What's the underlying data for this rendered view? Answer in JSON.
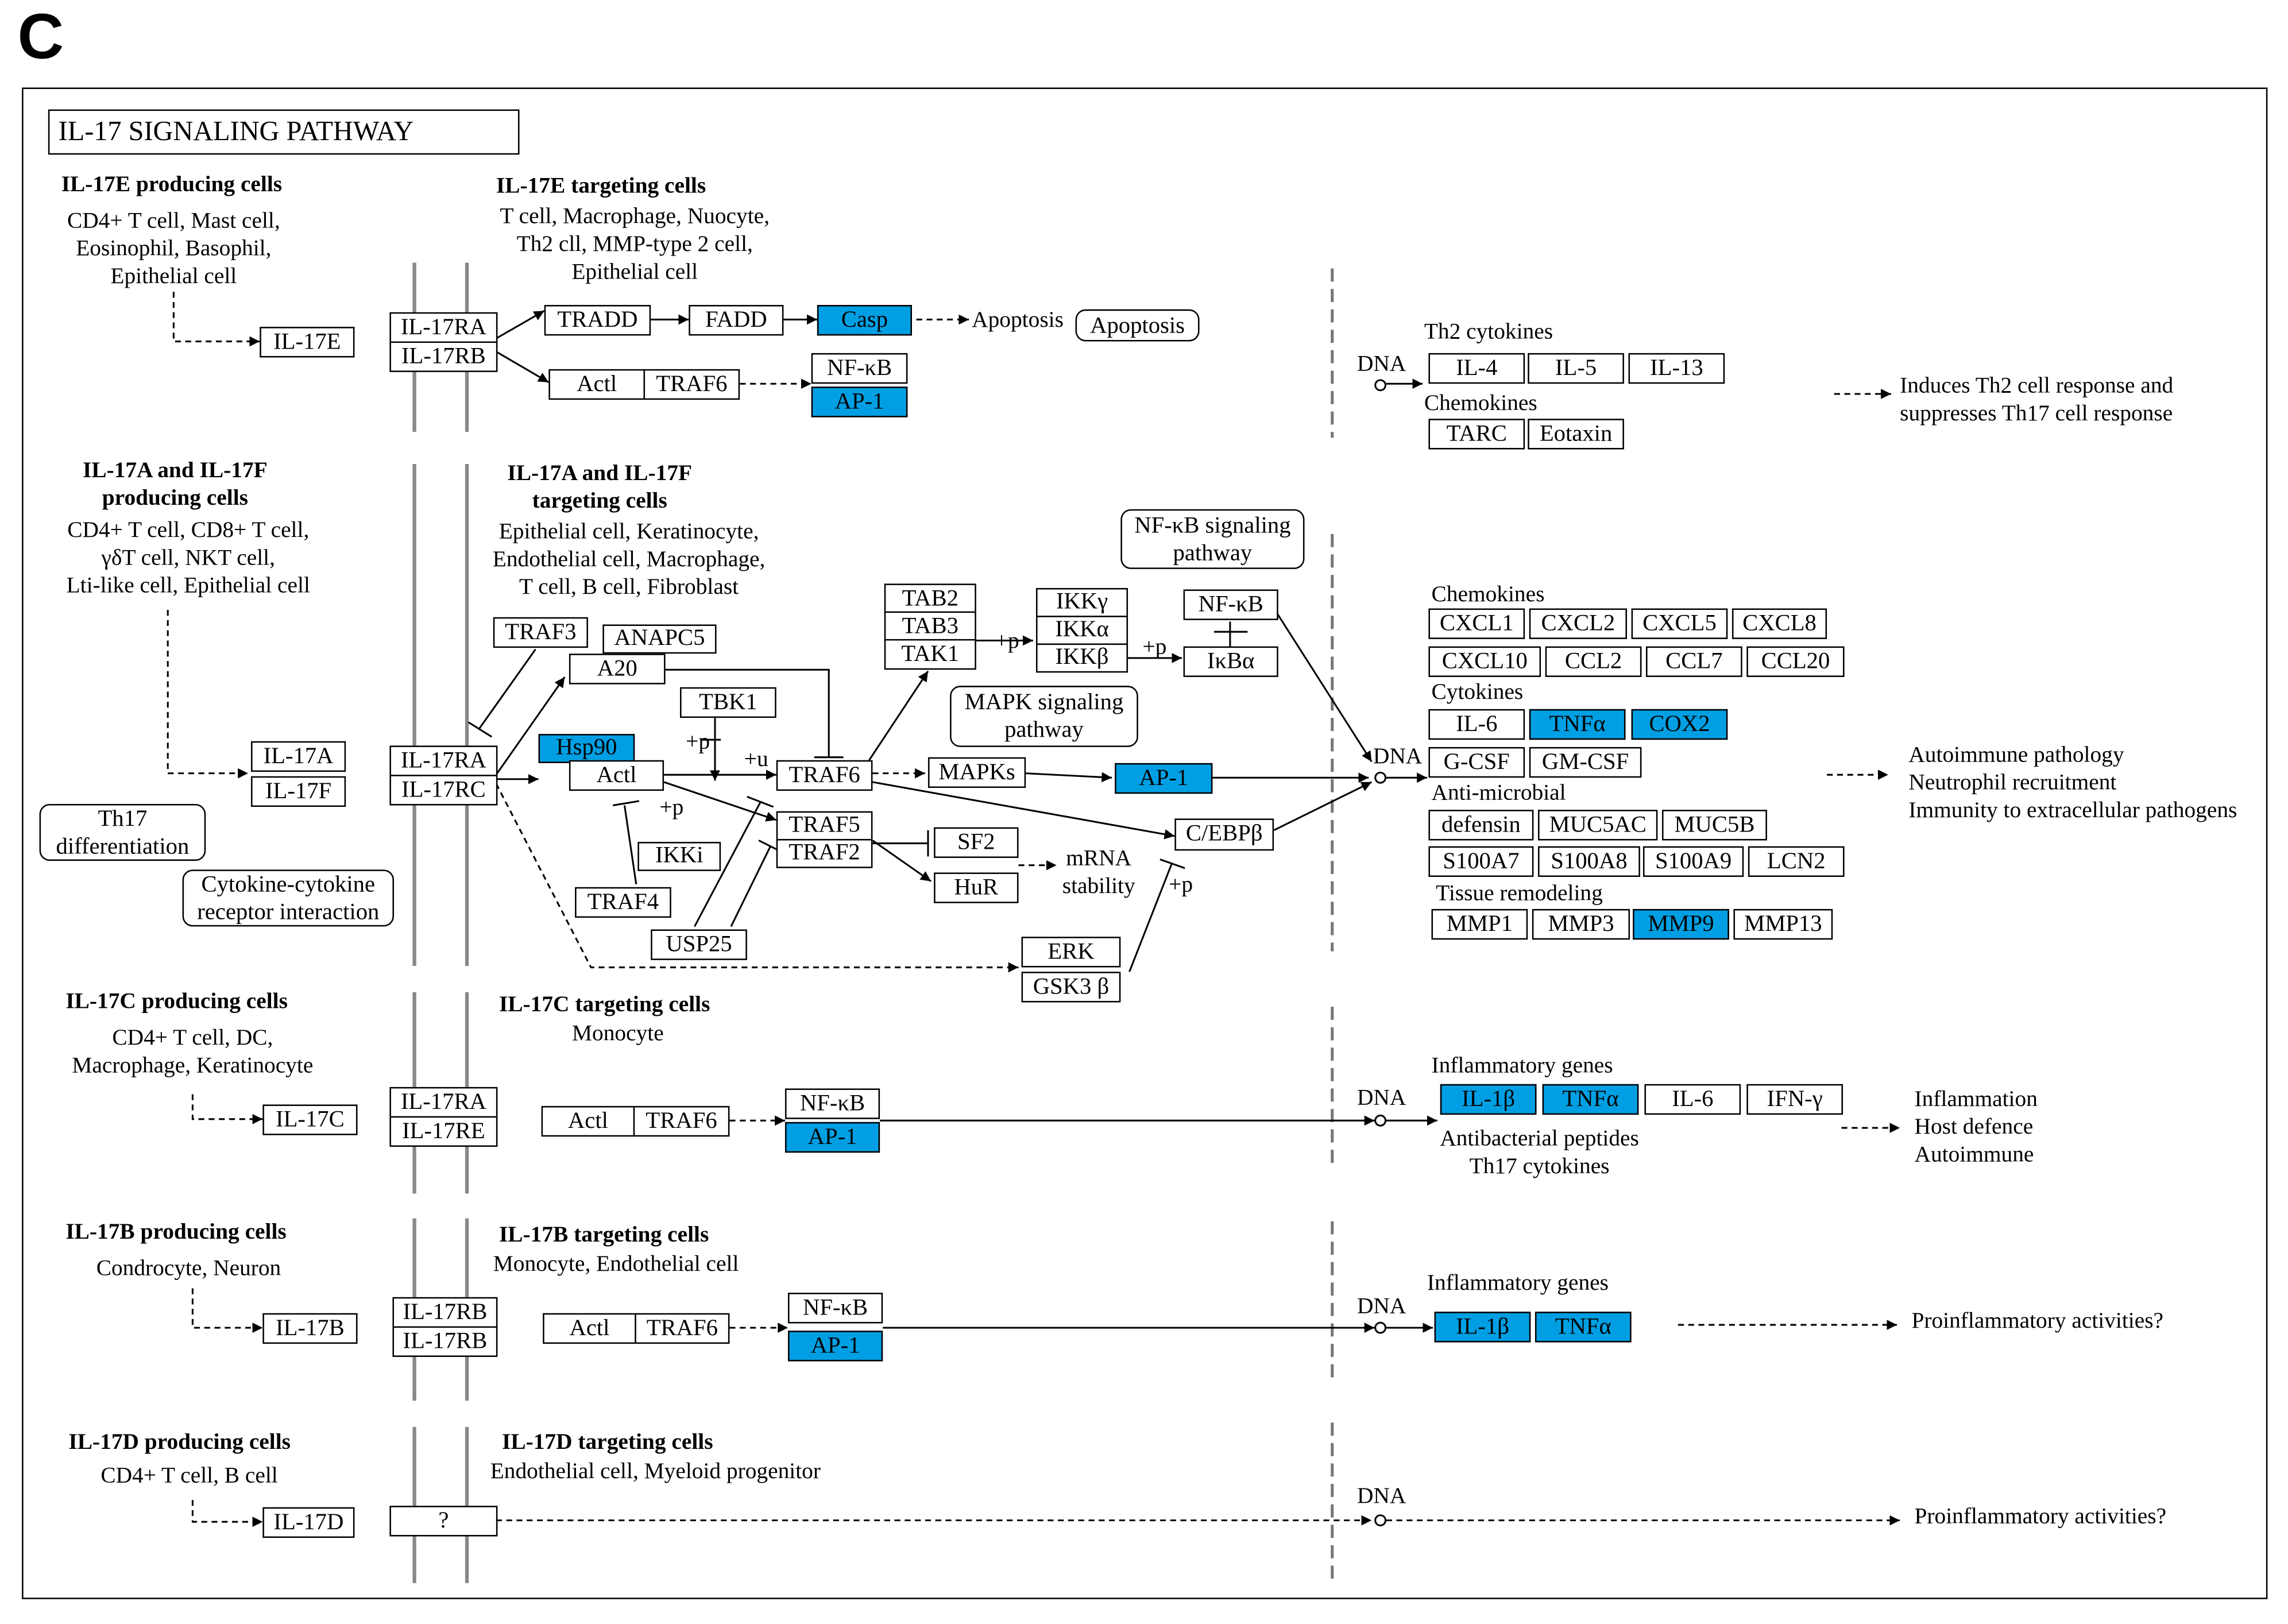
{
  "panel_letter": "C",
  "title": "IL-17 SIGNALING PATHWAY",
  "highlight_color": "#009fe3",
  "sec1": {
    "prod_head": "IL-17E producing cells",
    "prod_cells": "CD4+ T cell, Mast cell,\nEosinophil, Basophil,\nEpithelial cell",
    "targ_head": "IL-17E targeting cells",
    "targ_cells": "T cell, Macrophage, Nuocyte,\nTh2 cll, MMP-type 2 cell,\nEpithelial cell",
    "ligand": "IL-17E",
    "rec_a": "IL-17RA",
    "rec_b": "IL-17RB",
    "tradd": "TRADD",
    "fadd": "FADD",
    "casp": "Casp",
    "apoptosis_text": "Apoptosis",
    "apoptosis_box": "Apoptosis",
    "actl": "Actl",
    "traf6": "TRAF6",
    "nfkb": "NF-κB",
    "ap1": "AP-1",
    "dna": "DNA",
    "th2_head": "Th2 cytokines",
    "il4": "IL-4",
    "il5": "IL-5",
    "il13": "IL-13",
    "chemokines_head": "Chemokines",
    "tarc": "TARC",
    "eotaxin": "Eotaxin",
    "outcome": "Induces Th2 cell response and\nsuppresses Th17 cell response"
  },
  "sec2": {
    "prod_head": "IL-17A and IL-17F\nproducing cells",
    "prod_cells": "CD4+ T cell, CD8+ T cell,\nγδT cell, NKT cell,\nLti-like cell, Epithelial cell",
    "targ_head": "IL-17A and IL-17F\ntargeting cells",
    "targ_cells": "Epithelial cell, Keratinocyte,\nEndothelial cell, Macrophage,\nT cell, B cell, Fibroblast",
    "th17": "Th17\ndifferentiation",
    "ccri": "Cytokine-cytokine\nreceptor interaction",
    "il17a": "IL-17A",
    "il17f": "IL-17F",
    "rec_a": "IL-17RA",
    "rec_c": "IL-17RC",
    "traf3": "TRAF3",
    "anapc5": "ANAPC5",
    "a20": "A20",
    "hsp90": "Hsp90",
    "actl": "Actl",
    "tbk1": "TBK1",
    "ikki": "IKKi",
    "traf4": "TRAF4",
    "usp25": "USP25",
    "traf6": "TRAF6",
    "traf5": "TRAF5",
    "traf2": "TRAF2",
    "sf2": "SF2",
    "hur": "HuR",
    "mrna": "mRNA\nstability",
    "mapks": "MAPKs",
    "ap1": "AP-1",
    "tab2": "TAB2",
    "tab3": "TAB3",
    "tak1": "TAK1",
    "ikkg": "IKKγ",
    "ikka": "IKKα",
    "ikkb": "IKKβ",
    "nfkb": "NF-κB",
    "ikba": "IκBα",
    "nfkb_path": "NF-κB signaling\npathway",
    "mapk_path": "MAPK signaling\npathway",
    "cebpb": "C/EBPβ",
    "erk": "ERK",
    "gsk3b": "GSK3 β",
    "p1": "+p",
    "p2": "+p",
    "p3": "+p",
    "p4": "+p",
    "p5": "+p",
    "u": "+u",
    "dna": "DNA",
    "chemokines_head": "Chemokines",
    "chemokines": [
      "CXCL1",
      "CXCL2",
      "CXCL5",
      "CXCL8",
      "CXCL10",
      "CCL2",
      "CCL7",
      "CCL20"
    ],
    "cytokines_head": "Cytokines",
    "cyt_il6": "IL-6",
    "cyt_tnfa": "TNFα",
    "cyt_cox2": "COX2",
    "cyt_gcsf": "G-CSF",
    "cyt_gmcsf": "GM-CSF",
    "antimicrobial_head": "Anti-microbial",
    "antimicrobial": [
      "defensin",
      "MUC5AC",
      "MUC5B",
      "S100A7",
      "S100A8",
      "S100A9",
      "LCN2"
    ],
    "tissue_head": "Tissue remodeling",
    "mmp1": "MMP1",
    "mmp3": "MMP3",
    "mmp9": "MMP9",
    "mmp13": "MMP13",
    "outcome": "Autoimmune pathology\nNeutrophil recruitment\nImmunity to extracellular pathogens"
  },
  "sec3": {
    "prod_head": "IL-17C producing cells",
    "prod_cells": "CD4+ T cell, DC,\nMacrophage, Keratinocyte",
    "targ_head": "IL-17C targeting cells",
    "targ_cells": "Monocyte",
    "ligand": "IL-17C",
    "rec_a": "IL-17RA",
    "rec_b": "IL-17RE",
    "actl": "Actl",
    "traf6": "TRAF6",
    "nfkb": "NF-κB",
    "ap1": "AP-1",
    "dna": "DNA",
    "inflam_head": "Inflammatory genes",
    "il1b": "IL-1β",
    "tnfa": "TNFα",
    "il6": "IL-6",
    "ifng": "IFN-γ",
    "antibact": "Antibacterial peptides\nTh17 cytokines",
    "outcome": "Inflammation\nHost defence\nAutoimmune"
  },
  "sec4": {
    "prod_head": "IL-17B producing cells",
    "prod_cells": "Condrocyte, Neuron",
    "targ_head": "IL-17B targeting cells",
    "targ_cells": "Monocyte, Endothelial cell",
    "ligand": "IL-17B",
    "rec_a": "IL-17RB",
    "rec_b": "IL-17RB",
    "actl": "Actl",
    "traf6": "TRAF6",
    "nfkb": "NF-κB",
    "ap1": "AP-1",
    "dna": "DNA",
    "inflam_head": "Inflammatory genes",
    "il1b": "IL-1β",
    "tnfa": "TNFα",
    "outcome": "Proinflammatory activities?"
  },
  "sec5": {
    "prod_head": "IL-17D producing cells",
    "prod_cells": "CD4+ T cell, B cell",
    "targ_head": "IL-17D targeting cells",
    "targ_cells": "Endothelial cell, Myeloid progenitor",
    "ligand": "IL-17D",
    "receptor": "?",
    "dna": "DNA",
    "outcome": "Proinflammatory activities?"
  }
}
